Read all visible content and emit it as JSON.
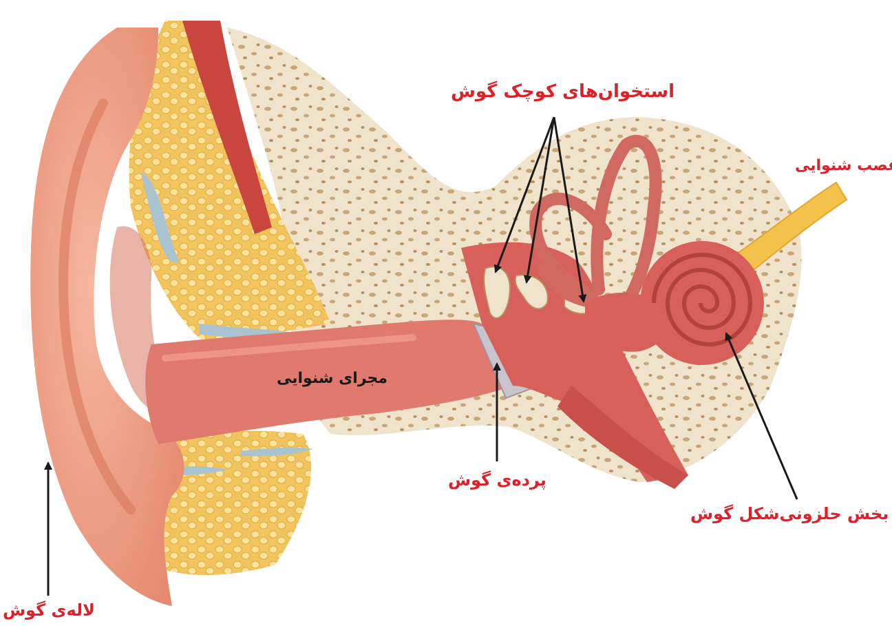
{
  "diagram": {
    "subject": "ear-cross-section",
    "colors": {
      "label_red": "#e02028",
      "label_dark": "#1a1a1a",
      "skin": "#f2a48a",
      "skin_dark": "#d7725a",
      "canal": "#e07a6e",
      "bone": "#efe2c8",
      "bone_spot": "#c9a678",
      "fat": "#f7d27a",
      "muscle": "#c8463e",
      "cartilage": "#a9c3d1",
      "nerve": "#f3c24a",
      "eardrum": "#c9c3cc"
    },
    "labels": {
      "ossicles": "استخوان‌های کوچک گوش",
      "auditory_nerve": "عصب شنوایی",
      "ear_canal": "مجرای شنوایی",
      "eardrum": "پرده‌ی گوش",
      "cochlea": "بخش حلزونی‌شکل گوش",
      "pinna": "لاله‌ی گوش"
    }
  }
}
